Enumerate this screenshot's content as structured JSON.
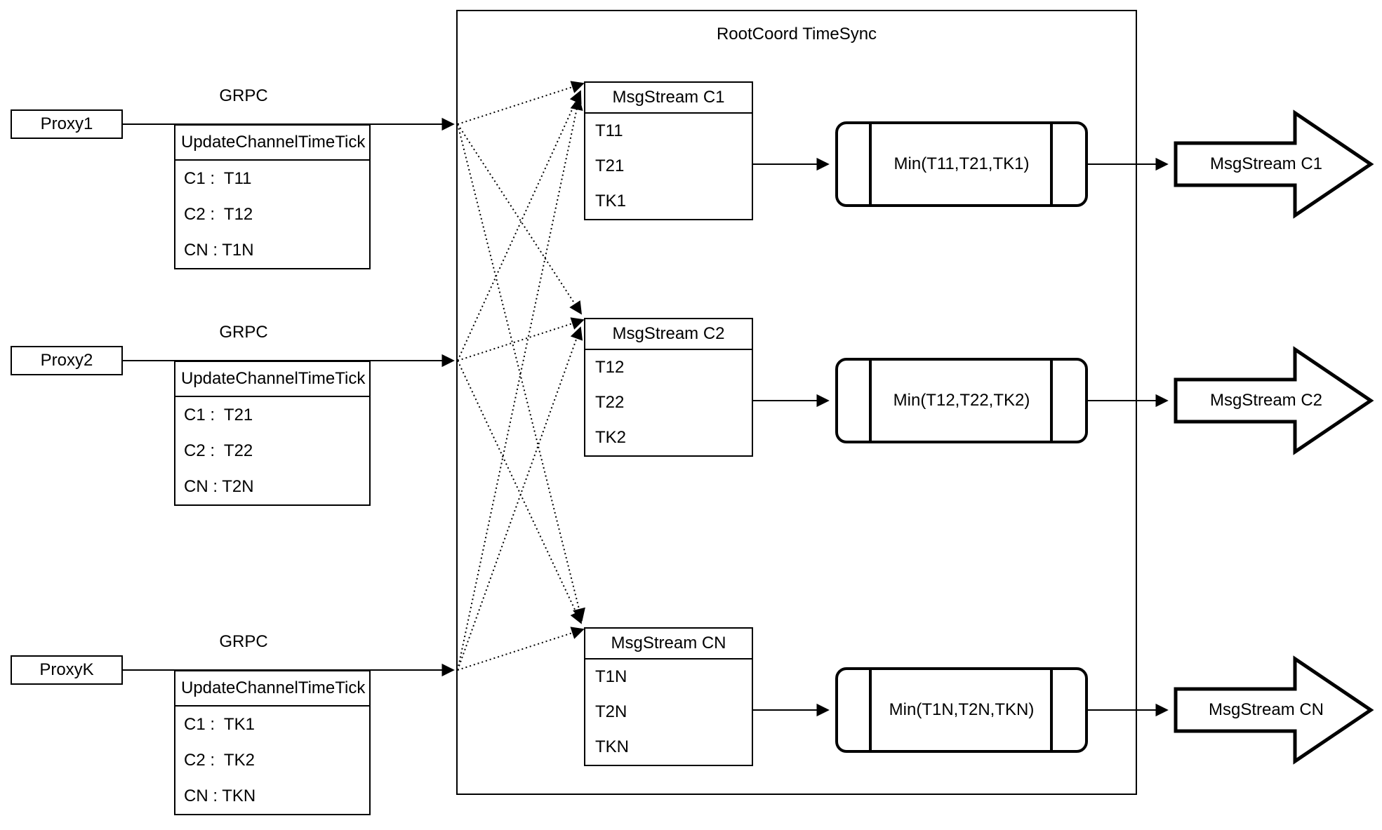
{
  "diagram": {
    "title": "RootCoord TimeSync",
    "grpc_label": "GRPC",
    "colors": {
      "line": "#000000",
      "background": "#ffffff"
    },
    "proxies": [
      {
        "name": "Proxy1",
        "table_header": "UpdateChannelTimeTick",
        "rows": [
          "C1 :  T11",
          "C2 :  T12",
          "CN : T1N"
        ]
      },
      {
        "name": "Proxy2",
        "table_header": "UpdateChannelTimeTick",
        "rows": [
          "C1 :  T21",
          "C2 :  T22",
          "CN : T2N"
        ]
      },
      {
        "name": "ProxyK",
        "table_header": "UpdateChannelTimeTick",
        "rows": [
          "C1 :  TK1",
          "C2 :  TK2",
          "CN : TKN"
        ]
      }
    ],
    "streams": [
      {
        "header": "MsgStream C1",
        "ticks": [
          "T11",
          "T21",
          "TK1"
        ],
        "min_label": "Min(T11,T21,TK1)",
        "output": "MsgStream C1"
      },
      {
        "header": "MsgStream C2",
        "ticks": [
          "T12",
          "T22",
          "TK2"
        ],
        "min_label": "Min(T12,T22,TK2)",
        "output": "MsgStream C2"
      },
      {
        "header": "MsgStream CN",
        "ticks": [
          "T1N",
          "T2N",
          "TKN"
        ],
        "min_label": "Min(T1N,T2N,TKN)",
        "output": "MsgStream CN"
      }
    ]
  }
}
